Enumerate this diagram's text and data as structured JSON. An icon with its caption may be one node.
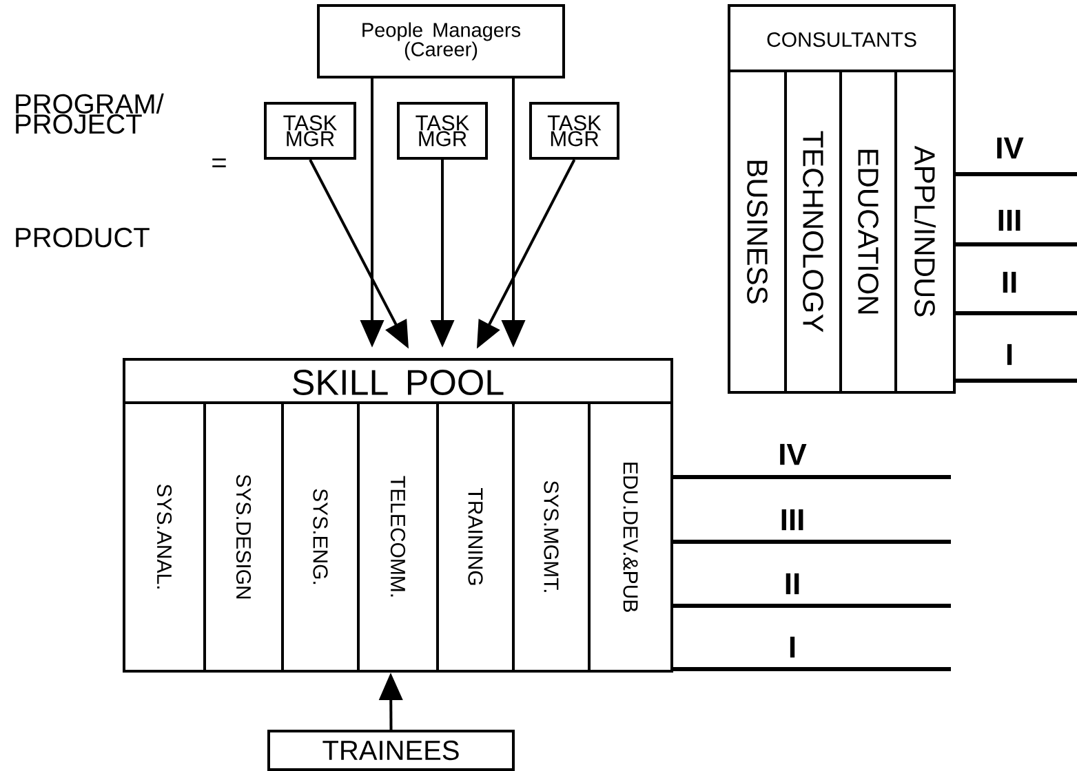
{
  "diagram": {
    "nodes": [
      {
        "text": [
          "People Managers (Career)"
        ]
      },
      {
        "text": [
          "TASK MGR"
        ]
      },
      {
        "text": [
          "TASK MGR"
        ]
      },
      {
        "text": [
          "TASK MGR"
        ]
      },
      {
        "text": [
          "SKILL POOL"
        ]
      },
      {
        "text": [
          "SYS.ANAL."
        ],
        "in": 4
      },
      {
        "text": [
          "SYS.DESIGN"
        ],
        "in": 4
      },
      {
        "text": [
          "SYS.ENG."
        ],
        "in": 4
      },
      {
        "text": [
          "TELECOMM."
        ],
        "in": 4
      },
      {
        "text": [
          "TRAINING"
        ],
        "in": 4
      },
      {
        "text": [
          "SYS.MGMT."
        ],
        "in": 4
      },
      {
        "text": [
          "EDU.DEV.&PUB"
        ],
        "in": 4
      },
      {
        "text": [
          "TRAINEES"
        ]
      },
      {
        "text": [
          "CONSULTANTS"
        ]
      },
      {
        "text": [
          "BUSINESS"
        ],
        "in": 13
      },
      {
        "text": [
          "TECHNOLOGY"
        ],
        "in": 13
      },
      {
        "text": [
          "EDUCATION"
        ],
        "in": 13
      },
      {
        "text": [
          "APPL/INDUS"
        ],
        "in": 13
      }
    ],
    "edges": [
      {
        "from": 0,
        "to": 4,
        "arrow": "to"
      },
      {
        "from": 1,
        "to": 4,
        "arrow": "to"
      },
      {
        "from": 2,
        "to": 4,
        "arrow": "to"
      },
      {
        "from": 3,
        "to": 4,
        "arrow": "to"
      },
      {
        "from": 0,
        "to": 4,
        "arrow": "to"
      },
      {
        "from": 12,
        "to": 4,
        "arrow": "to"
      }
    ],
    "labels": [
      "PROGRAM/ PROJECT",
      "=",
      "PRODUCT",
      "IV",
      "III",
      "II",
      "I",
      "IV",
      "III",
      "II",
      "I"
    ]
  }
}
